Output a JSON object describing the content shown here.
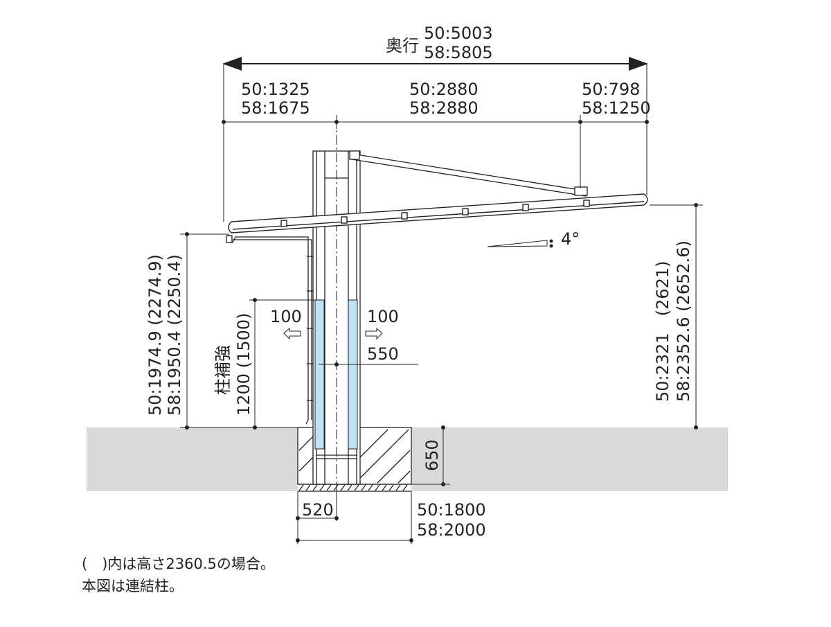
{
  "dimensions": {
    "depth_label": "奥行",
    "depth_50": "50:5003",
    "depth_58": "58:5805",
    "seg1_50": "50:1325",
    "seg1_58": "58:1675",
    "seg2_50": "50:2880",
    "seg2_58": "58:2880",
    "seg3_50": "50:798",
    "seg3_58": "58:1250",
    "angle": "4°",
    "left_height_50": "50:1974.9 (2274.9)",
    "left_height_58": "58:1950.4 (2250.4)",
    "reinforce_label": "柱補強",
    "reinforce_value": "1200 (1500)",
    "offset_left": "100",
    "offset_right": "100",
    "inner_550": "550",
    "right_height_50": "50:2321　(2621)",
    "right_height_58": "58:2352.6 (2652.6)",
    "foundation_depth": "650",
    "foundation_width": "520",
    "base_50": "50:1800",
    "base_58": "58:2000"
  },
  "notes": {
    "line1": "(　)内は高さ2360.5の場合。",
    "line2": "本図は連結柱。"
  },
  "colors": {
    "line": "#222222",
    "ground": "#d9d9d9",
    "reinforcement": "#bfe3f2"
  }
}
